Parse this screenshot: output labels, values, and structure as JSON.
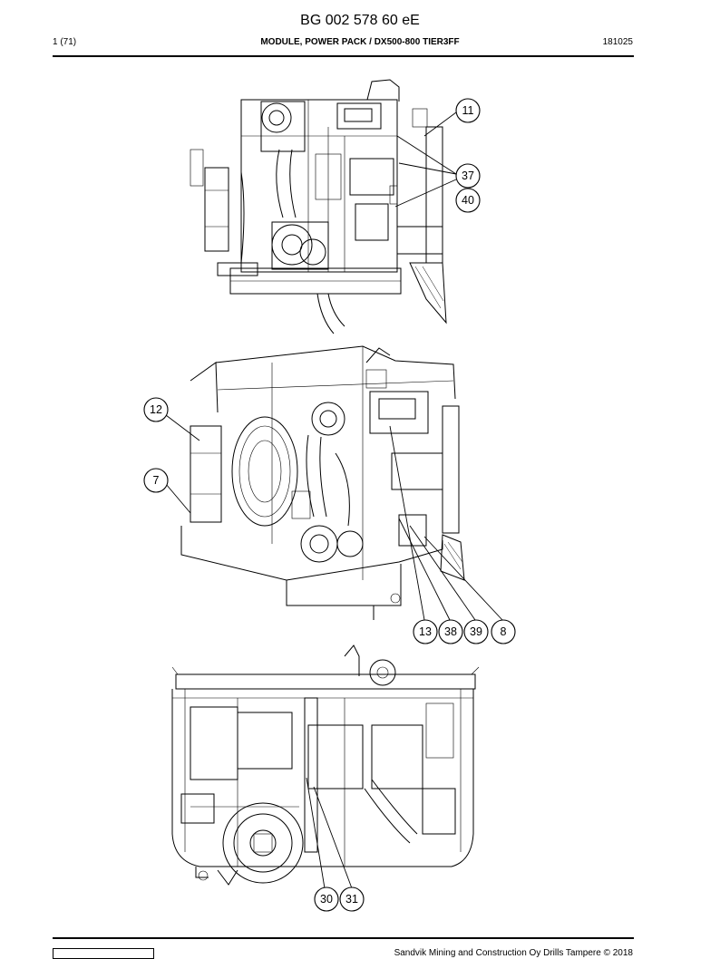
{
  "document": {
    "id": "BG 002 578 60 eE",
    "page": "1 (71)",
    "title": "MODULE, POWER PACK / DX500-800 TIER3FF",
    "date": "181025",
    "footer": "Sandvik Mining and Construction Oy Drills Tampere © 2018"
  },
  "callouts": {
    "c11": "11",
    "c37": "37",
    "c40": "40",
    "c12": "12",
    "c7": "7",
    "c13": "13",
    "c38": "38",
    "c39": "39",
    "c8": "8",
    "c30": "30",
    "c31": "31"
  }
}
